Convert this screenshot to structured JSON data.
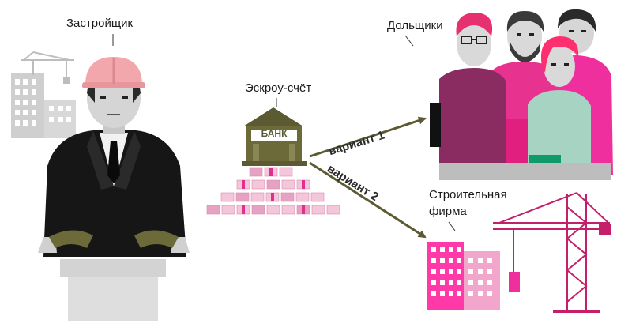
{
  "labels": {
    "developer": "Застройщик",
    "escrow": "Эскроу-счёт",
    "shareholders": "Дольщики",
    "construction_firm_line1": "Строительная",
    "construction_firm_line2": "фирма",
    "bank_sign": "БАНК",
    "option_1": "вариант 1",
    "option_2": "вариант 2"
  },
  "colors": {
    "magenta": "#e0308f",
    "pink": "#f0a0c8",
    "arrow": "#5c5a33",
    "suit": "#161616",
    "grey": "#cfcfcf"
  }
}
